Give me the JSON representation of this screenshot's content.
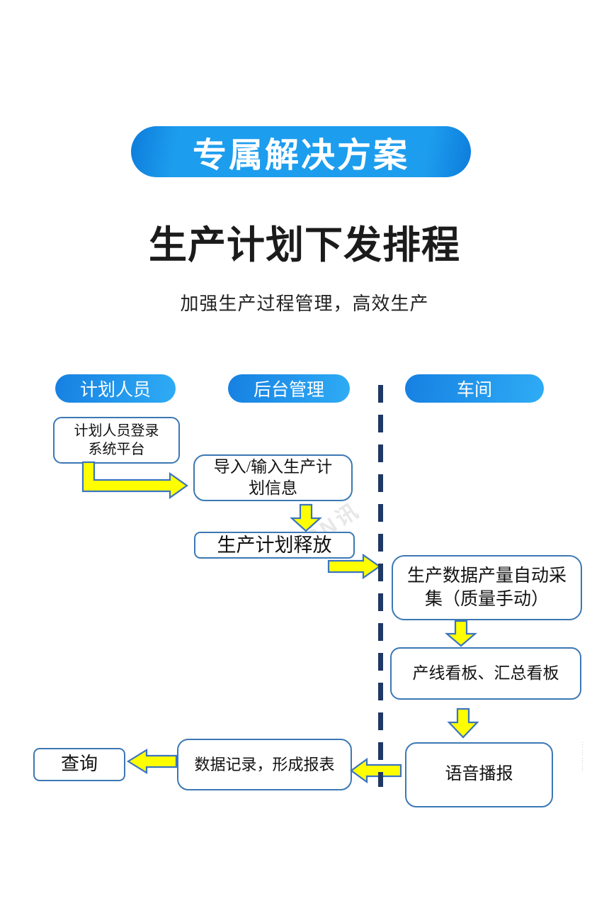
{
  "banner": {
    "label": "专属解决方案"
  },
  "header": {
    "title": "生产计划下发排程",
    "subtitle": "加强生产过程管理，高效生产"
  },
  "lanes": [
    {
      "label": "计划人员"
    },
    {
      "label": "后台管理"
    },
    {
      "label": "车间"
    }
  ],
  "nodes": {
    "login": "计划人员登录\n系统平台",
    "import": "导入/输入生产计\n划信息",
    "release": "生产计划释放",
    "collect": "生产数据产量自动采\n集（质量手动）",
    "kanban": "产线看板、汇总看板",
    "voice": "语音播报",
    "report": "数据记录，形成报表",
    "query": "查询"
  },
  "watermark": {
    "diagonal": "PN讯",
    "dots": "⋯⋯⋯⋯"
  },
  "colors": {
    "banner_blue": "#1D9DEE",
    "lane_gradient_start": "#1680E2",
    "lane_gradient_end": "#2FACF5",
    "node_border_blue": "#3C78B4",
    "arrow_yellow": "#FFFF00",
    "arrow_outline_blue": "#3B74C0",
    "divider_navy": "#1F3864",
    "title_black": "#1B1B1B"
  }
}
